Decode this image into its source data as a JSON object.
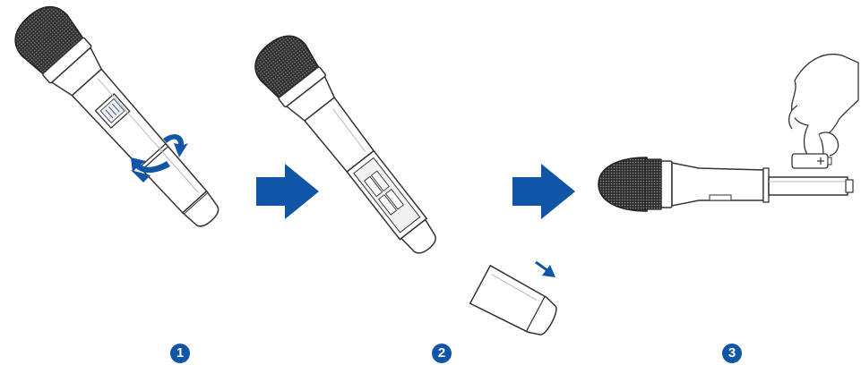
{
  "colors": {
    "accent": "#1155a6",
    "line": "#333333",
    "grille_dark": "#2e2e2e",
    "grille_light": "#8a8a8a",
    "background": "#ffffff"
  },
  "steps": [
    {
      "number": "1",
      "description_icon": "twist-battery-cover-icon"
    },
    {
      "number": "2",
      "description_icon": "slide-off-battery-cover-icon"
    },
    {
      "number": "3",
      "description_icon": "insert-battery-icon"
    }
  ],
  "arrows": [
    {
      "name": "step-arrow-1-to-2",
      "icon": "right-arrow-icon"
    },
    {
      "name": "step-arrow-2-to-3",
      "icon": "right-arrow-icon"
    }
  ]
}
